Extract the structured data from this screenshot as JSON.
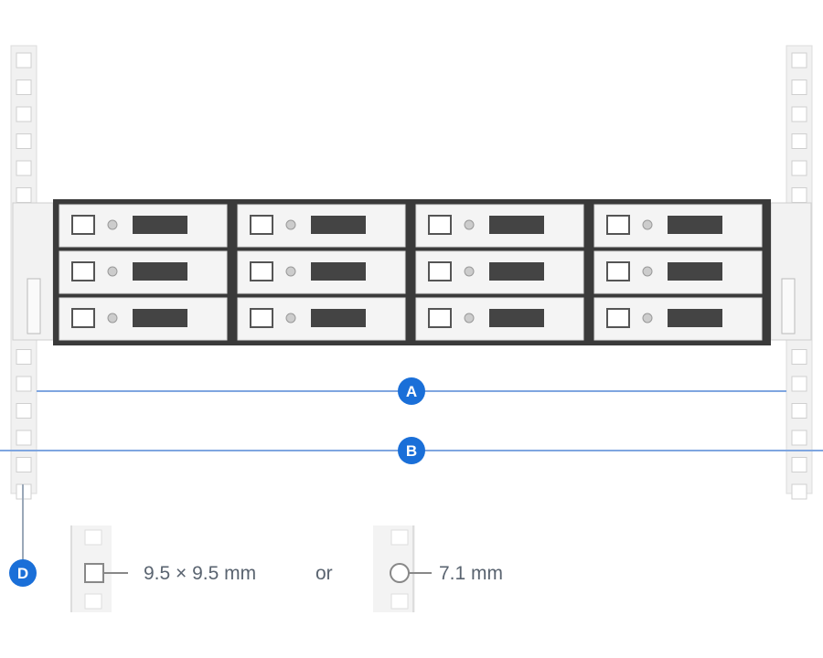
{
  "callouts": {
    "a": "A",
    "b": "B",
    "d": "D"
  },
  "hole_options": {
    "square_size": "9.5 × 9.5 mm",
    "separator": "or",
    "round_size": "7.1 mm"
  },
  "colors": {
    "accent": "#1a6fd8",
    "line": "#7fa6e0",
    "rail": "#eeeeee",
    "rail_edge": "#d4d4d4",
    "bay_slot": "#444444"
  },
  "drive_bays": {
    "columns": 4,
    "rows": 3
  }
}
